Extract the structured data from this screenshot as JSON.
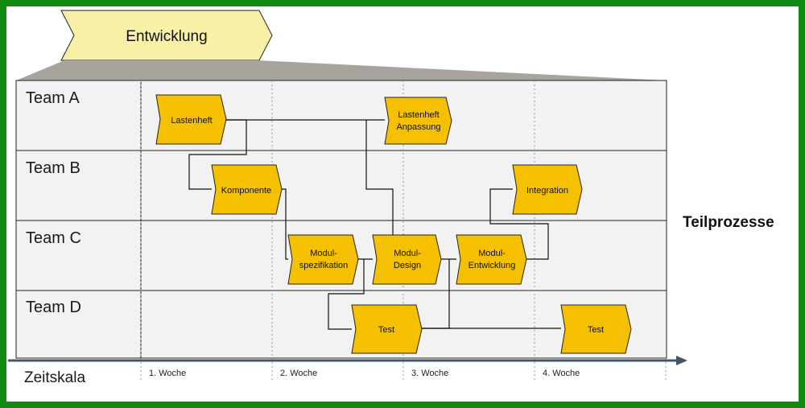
{
  "phase": {
    "label": "Entwicklung"
  },
  "side_label": "Teilprozesse",
  "lanes": [
    {
      "id": "a",
      "label": "Team A"
    },
    {
      "id": "b",
      "label": "Team B"
    },
    {
      "id": "c",
      "label": "Team C"
    },
    {
      "id": "d",
      "label": "Team D"
    }
  ],
  "timeline": {
    "label": "Zeitskala",
    "weeks": [
      "1. Woche",
      "2. Woche",
      "3. Woche",
      "4. Woche"
    ]
  },
  "processes": [
    {
      "id": "lastenheft",
      "lines": [
        "Lastenheft"
      ]
    },
    {
      "id": "lastenheft-anpassung",
      "lines": [
        "Lastenheft",
        "Anpassung"
      ]
    },
    {
      "id": "komponente",
      "lines": [
        "Komponente"
      ]
    },
    {
      "id": "integration",
      "lines": [
        "Integration"
      ]
    },
    {
      "id": "modul-spezifikation",
      "lines": [
        "Modul-",
        "spezifikation"
      ]
    },
    {
      "id": "modul-design",
      "lines": [
        "Modul-",
        "Design"
      ]
    },
    {
      "id": "modul-entwicklung",
      "lines": [
        "Modul-",
        "Entwicklung"
      ]
    },
    {
      "id": "test-1",
      "lines": [
        "Test"
      ]
    },
    {
      "id": "test-2",
      "lines": [
        "Test"
      ]
    }
  ],
  "colors": {
    "frame": "#118a11",
    "process_fill": "#f5c000",
    "phase_fill": "#f7f0a6",
    "lane_fill": "#f2f2f2",
    "trapezoid": "#a8a39d",
    "arrow": "#44546a"
  }
}
